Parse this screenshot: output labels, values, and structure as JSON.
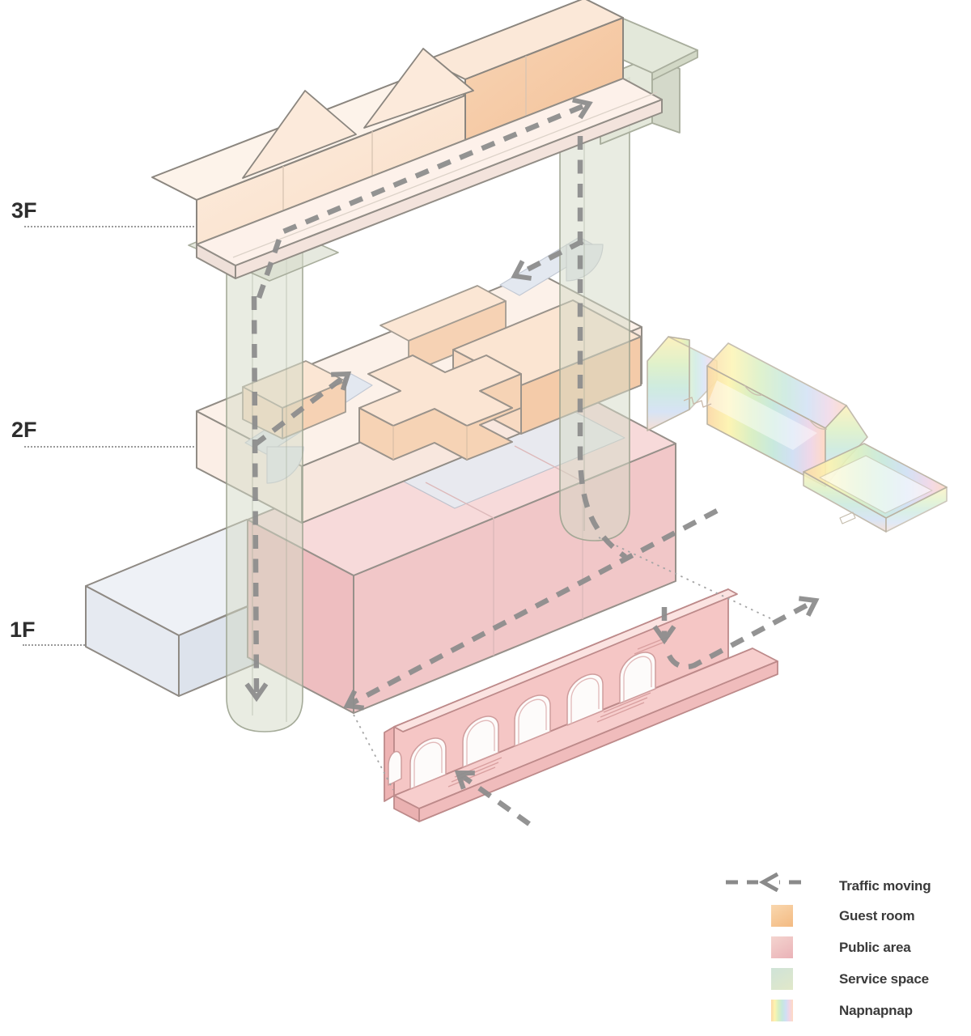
{
  "page": {
    "type": "exploded-axonometric-architecture-diagram",
    "background": "#ffffff"
  },
  "floor_labels": [
    {
      "id": "3F",
      "label": "3F"
    },
    {
      "id": "2F",
      "label": "2F"
    },
    {
      "id": "1F",
      "label": "1F"
    }
  ],
  "legend": {
    "items": [
      {
        "label": "Traffic moving",
        "symbol": "dashed-arrow",
        "color": "#8a8a8a"
      },
      {
        "label": "Guest room",
        "symbol": "swatch",
        "color_from": "#f9d7ae",
        "color_to": "#f3ba82"
      },
      {
        "label": "Public area",
        "symbol": "swatch",
        "color_from": "#f4d4cf",
        "color_to": "#eab2b7"
      },
      {
        "label": "Service space",
        "symbol": "swatch",
        "color_from": "#cfe3d8",
        "color_to": "#e1e8c9"
      },
      {
        "label": "Napnapnap",
        "symbol": "swatch",
        "rainbow": [
          "#fbd9a8",
          "#fdf4b0",
          "#d8efc2",
          "#c6e8dc",
          "#cfdff4",
          "#f0d5e6",
          "#ffd9c2"
        ]
      }
    ]
  },
  "annotations": {
    "traffic_color": "#8e8e8e",
    "guest_room_color": "#f5cba8",
    "public_area_color": "#f1c7c8",
    "service_space_color": "#d4dac2",
    "outline_color": "#8b867f"
  }
}
